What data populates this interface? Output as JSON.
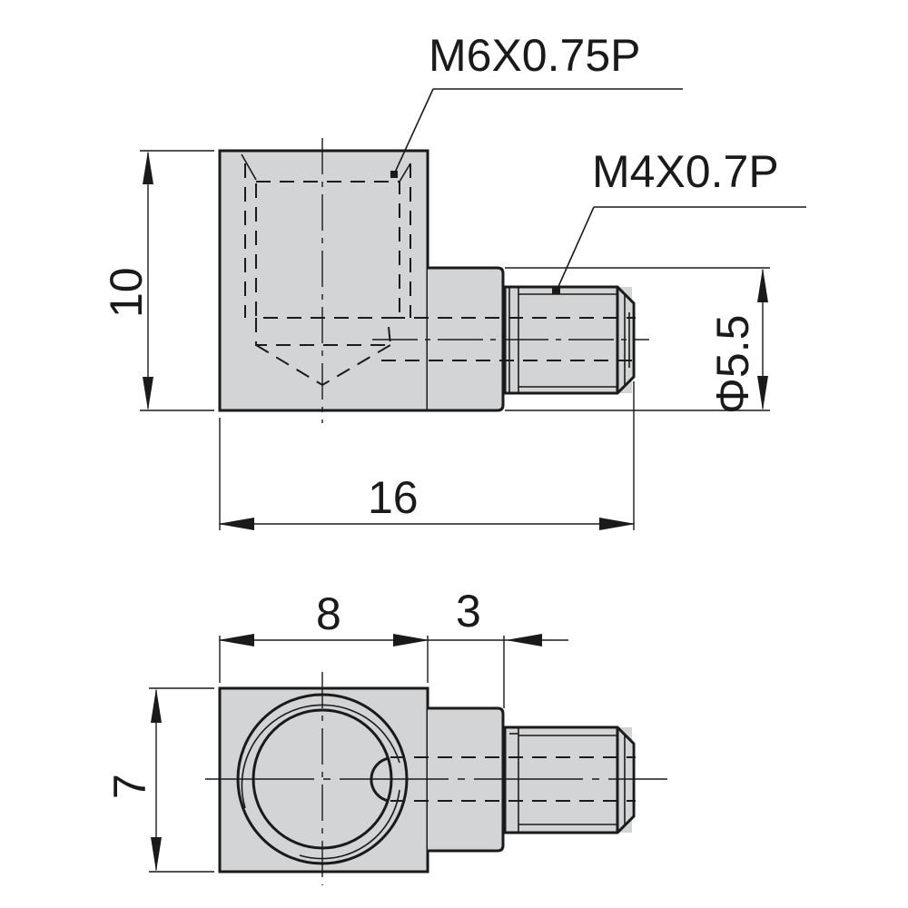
{
  "drawing": {
    "title": "Elbow fitting technical drawing",
    "views": [
      "front",
      "top"
    ],
    "colors": {
      "body_fill": "#d3d4d6",
      "line": "#1a1a1a",
      "background": "#ffffff"
    }
  },
  "callouts": {
    "thread_large": "M6X0.75P",
    "thread_small": "M4X0.7P"
  },
  "dimensions": {
    "height": "10",
    "overall_length": "16",
    "diameter": "Φ5.5",
    "body_width": "8",
    "hex_length": "3",
    "depth": "7"
  }
}
